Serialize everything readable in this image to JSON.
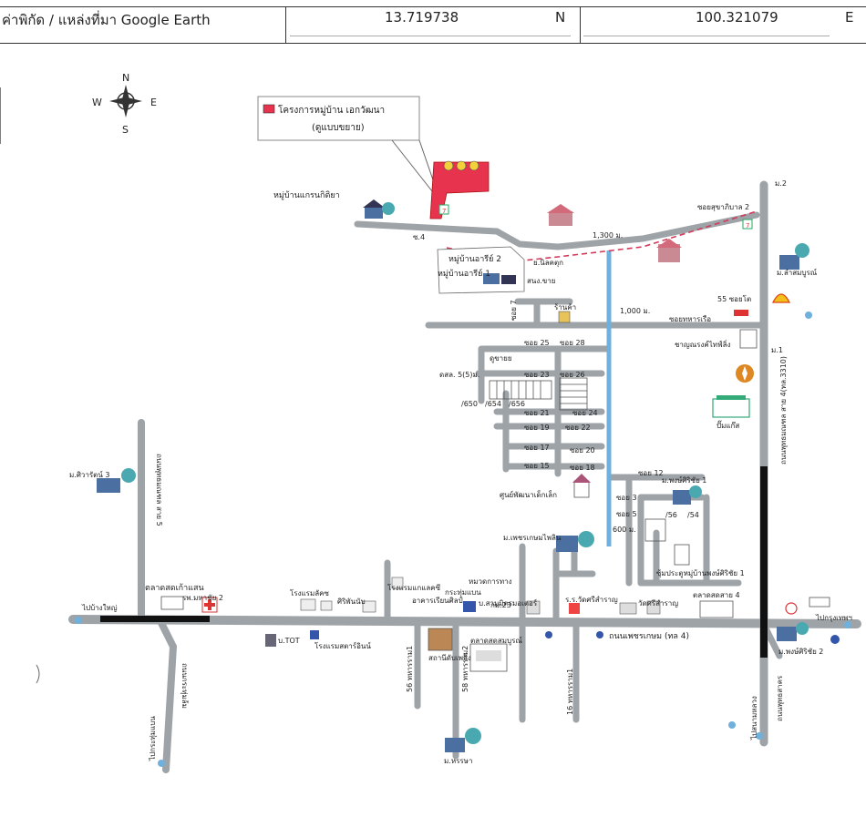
{
  "header": {
    "coord_label": "ค่าพิกัด / แหล่งที่มา Google Earth",
    "lat_value": "13.719738",
    "lat_dir": "N",
    "lon_value": "100.321079",
    "lon_dir": "E"
  },
  "compass": {
    "n": "N",
    "s": "S",
    "e": "E",
    "w": "W"
  },
  "legend": {
    "title": "โครงการหมู่บ้าน เอกวัฒนา",
    "subtitle": "(ดูแบบขยาย)",
    "color": "#e8334f"
  },
  "colors": {
    "road": "#9ea3a8",
    "blue_road": "#6fb0dc",
    "route": "#d23a5a",
    "rail": "#111111"
  },
  "labels": {
    "granda": "หมู่บ้านแกรนกิติยา",
    "soi4": "ซ.4",
    "sukhaphiban2": "ซอยสุขาภิบาล 2",
    "dist1300": "1,300 ม.",
    "mu2": "ม.2",
    "aree2": "หมู่บ้านอารีย์ 2",
    "nilkhamchu": "ย.นิลคตุก",
    "aree1": "หมู่บ้านอารีย์ 1",
    "snong": "สนง.ขาย",
    "soi7": "ซอย 7",
    "shop": "ร้านค้า",
    "dist1000": "1,000 ม.",
    "soitaharn": "ซอยทหารเรือ",
    "soi55": "55 ซอยโต",
    "mu1": "ม.1",
    "charoen": "ชาญณรงค์ไทฟ์ลิ่ง",
    "petrol": "ปั๊มแก๊ส",
    "soi25": "ซอย 25",
    "soi28": "ซอย 28",
    "sale": "ดูขายย",
    "kon": "ดสล. 5(5)ม.",
    "soi23": "ซอย 23",
    "soi26": "ซอย 26",
    "l650": "/650",
    "l654": "/654",
    "l656": "/656",
    "soi21": "ซอย 21",
    "soi24": "ซอย 24",
    "soi19": "ซอย 19",
    "soi22": "ซอย 22",
    "soi17": "ซอย 17",
    "soi20": "ซอย 20",
    "soi15": "ซอย 15",
    "soi18": "ซอย 18",
    "soi12": "ซอย 12",
    "childcenter": "ศูนย์พัฒนาเด็กเล็ก",
    "siri3": "ม.ศิวารัตน์ 3",
    "road5": "ถนนพุทธมณฑล สาย 5",
    "pongsiri1": "ม.พงษ์ศิริชัย 1",
    "soi3": "ซอย 3",
    "soi5": "ซอย 5",
    "l56": "/56",
    "l54": "/54",
    "dist600": "600 ม.",
    "phet": "ม.เพชรเกษมไพลิน",
    "mhadkarn": "หมวดการทาง",
    "krathum": "กระทุ่มแบน",
    "market_koom": "ตลาดสดเก้าแสน",
    "hospital": "รพ.มหาชัย 2",
    "hotel": "โรงแรมลัคซ",
    "hotel2": "โรงแรมแกแลคซี",
    "siripanich": "ศิริพันนับ",
    "school": "อาคารเรียนศิลป์",
    "mu23": "กม.23",
    "sam": "บ.สามมิตรมอเตอร์",
    "wat": "ร.ร.วัดศรีสำราญ",
    "watsam": "วัดศรีสำราญ",
    "gate": "ซุ้มประตูหมู่บ้านพงษ์ศิริชัย 1",
    "market4": "ตลาดสดสาย 4",
    "road4main": "ถนนพุทธมณฑล สาย 4(ทล.3310)",
    "bangyai": "ไปบ้างใหญ่",
    "bkk": "ไปกรุงเทพฯ",
    "tot": "บ.TOT",
    "hotelst": "โรงแรมสตาร์อินน์",
    "phetkasem": "ถนนเพชรเกษม (ทล 4)",
    "station": "สถานีดับเพลิง",
    "market_sb": "ตลาดสดสมบูรณ์",
    "pongsiri2": "ม.พงษ์ศิริชัย 2",
    "sanam": "ไปสนามหลวง",
    "samsan": "ถนนพุทธสาคร",
    "harataya": "ม.หรรษา",
    "krathum_road": "ไปกระทุ่มแบน",
    "krathumroad": "ถนนกระทุ่มล้ม",
    "s56": "56 ทหารราม1",
    "s58": "58 ทหารราม2",
    "s16": "16 ทหารราม1",
    "samrong": "ม.ลำสมบูรณ์",
    "soi_main": "ซอย 4"
  }
}
